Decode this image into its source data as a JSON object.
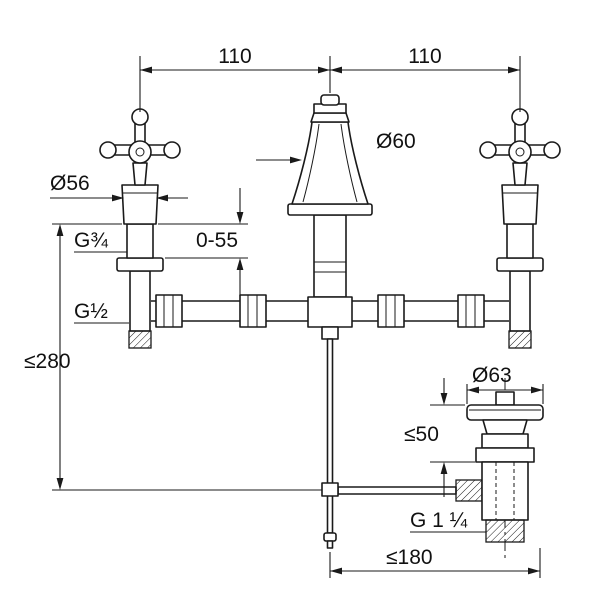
{
  "diagram": {
    "type": "technical-drawing",
    "subject": "three-hole basin mixer with pop-up waste, dimensioned front view",
    "colors": {
      "line": "#1a1a1a",
      "background": "#ffffff"
    },
    "labels": {
      "dim_spacing_left": "110",
      "dim_spacing_right": "110",
      "dia_spout_escutcheon": "Ø60",
      "dia_handle_escutcheon": "Ø56",
      "thread_handle_inlet": "G¾",
      "dim_mounting_range": "0-55",
      "thread_side_inlet": "G½",
      "dim_max_height": "≤280",
      "dia_waste_flange": "Ø63",
      "dim_waste_mounting": "≤50",
      "thread_waste": "G 1 ¼",
      "dim_rod_reach": "≤180"
    }
  }
}
